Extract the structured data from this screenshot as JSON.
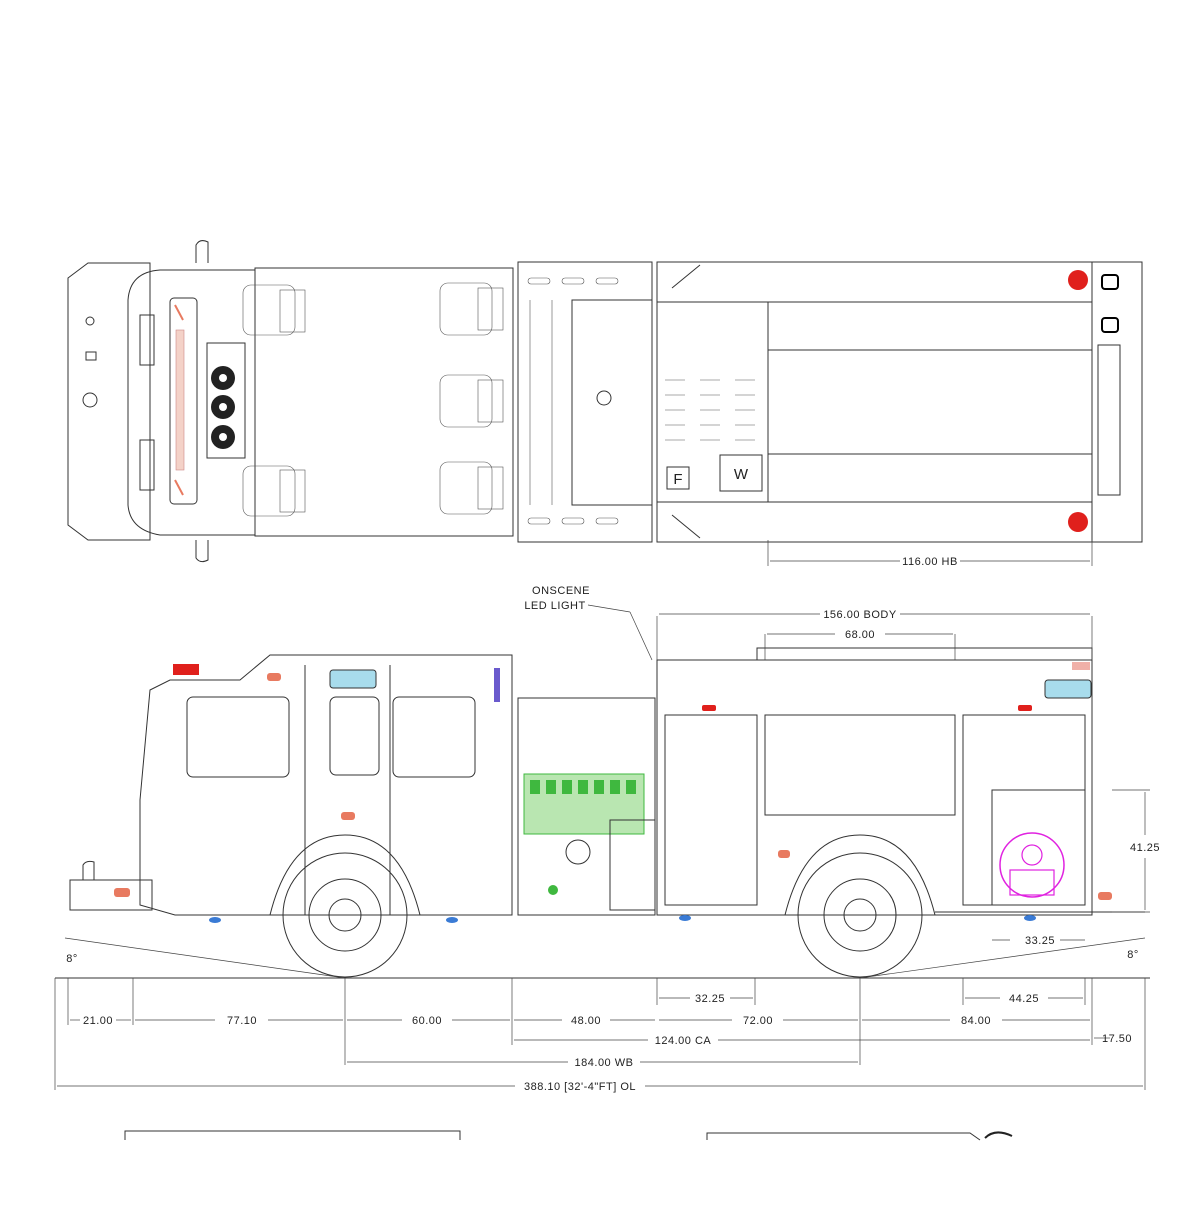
{
  "top_view": {
    "panel_labels": [
      "F",
      "W"
    ],
    "dimension": "116.00 HB"
  },
  "side_view": {
    "callout": [
      "ONSCENE",
      "LED LIGHT"
    ],
    "upper_dims": {
      "body": "156.00 BODY",
      "compartment": "68.00"
    },
    "right_dims": {
      "height": "41.25",
      "rear": "33.25"
    },
    "angles": {
      "front": "8°",
      "rear": "8°"
    },
    "bottom_dims": {
      "d1": "21.00",
      "d2": "77.10",
      "d3": "60.00",
      "d4": "48.00",
      "d5": "72.00",
      "d6": "84.00",
      "d7": "32.25",
      "d8": "44.25",
      "d9": "17.50",
      "cab_axle": "124.00 CA",
      "wheelbase": "184.00 WB",
      "overall": "388.10 [32'-4\"FT] OL"
    }
  },
  "colors": {
    "warning_light": "#e0201c",
    "marker": "#e87a60",
    "panel_green": "#3fb83f",
    "side_light": "#3a7bd5",
    "foam_logo": "#e022e0",
    "window": "#a8dcec"
  }
}
